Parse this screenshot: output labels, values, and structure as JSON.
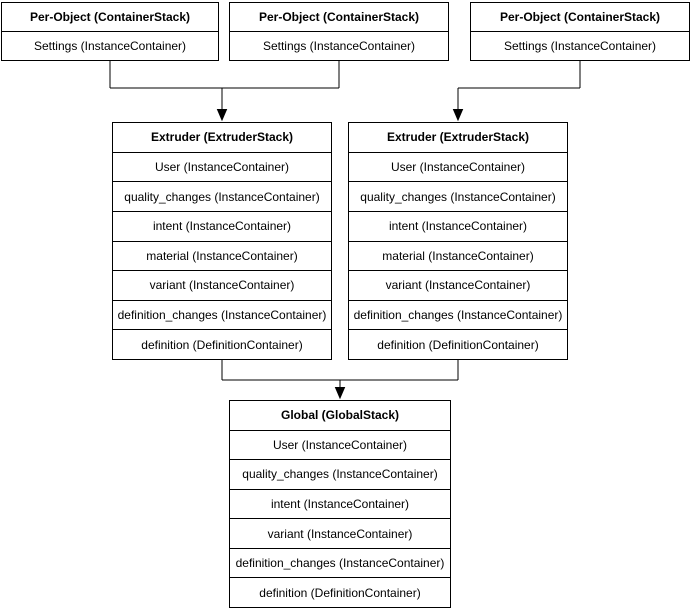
{
  "diagram": {
    "colors": {
      "border": "#000000",
      "background": "#ffffff",
      "text": "#000000"
    },
    "stacks": {
      "per_object_1": {
        "title": "Per-Object (ContainerStack)",
        "rows": [
          "Settings (InstanceContainer)"
        ]
      },
      "per_object_2": {
        "title": "Per-Object (ContainerStack)",
        "rows": [
          "Settings (InstanceContainer)"
        ]
      },
      "per_object_3": {
        "title": "Per-Object (ContainerStack)",
        "rows": [
          "Settings (InstanceContainer)"
        ]
      },
      "extruder_1": {
        "title": "Extruder (ExtruderStack)",
        "rows": [
          "User (InstanceContainer)",
          "quality_changes (InstanceContainer)",
          "intent (InstanceContainer)",
          "material (InstanceContainer)",
          "variant (InstanceContainer)",
          "definition_changes (InstanceContainer)",
          "definition (DefinitionContainer)"
        ]
      },
      "extruder_2": {
        "title": "Extruder (ExtruderStack)",
        "rows": [
          "User (InstanceContainer)",
          "quality_changes (InstanceContainer)",
          "intent (InstanceContainer)",
          "material (InstanceContainer)",
          "variant (InstanceContainer)",
          "definition_changes (InstanceContainer)",
          "definition (DefinitionContainer)"
        ]
      },
      "global_stack": {
        "title": "Global (GlobalStack)",
        "rows": [
          "User (InstanceContainer)",
          "quality_changes (InstanceContainer)",
          "intent (InstanceContainer)",
          "variant (InstanceContainer)",
          "definition_changes (InstanceContainer)",
          "definition (DefinitionContainer)"
        ]
      }
    }
  }
}
